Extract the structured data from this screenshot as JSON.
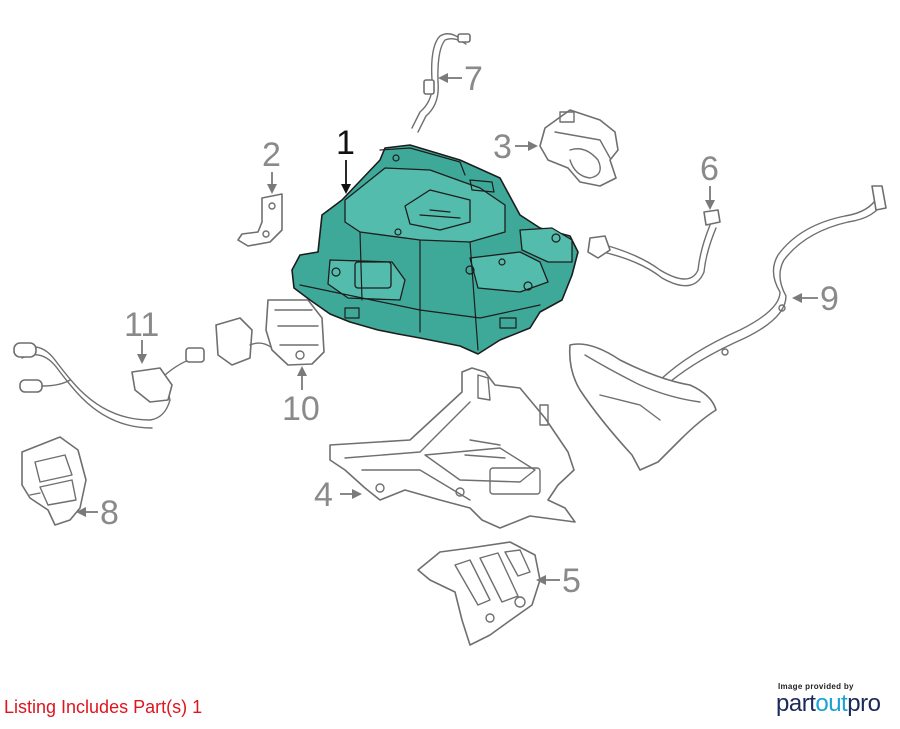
{
  "listing": {
    "text": "Listing Includes Part(s) 1",
    "color": "#e0141e"
  },
  "credit": {
    "caption": "Image provided by",
    "logo_part1": "part",
    "logo_part2": "out",
    "logo_part3": "pro",
    "logo_colors": [
      "#1c2a5a",
      "#19a2d6",
      "#1c2a5a"
    ]
  },
  "highlight_color": "#3fa999",
  "callouts": [
    "1",
    "2",
    "3",
    "4",
    "5",
    "6",
    "7",
    "8",
    "9",
    "10",
    "11"
  ],
  "highlighted_part": "1"
}
